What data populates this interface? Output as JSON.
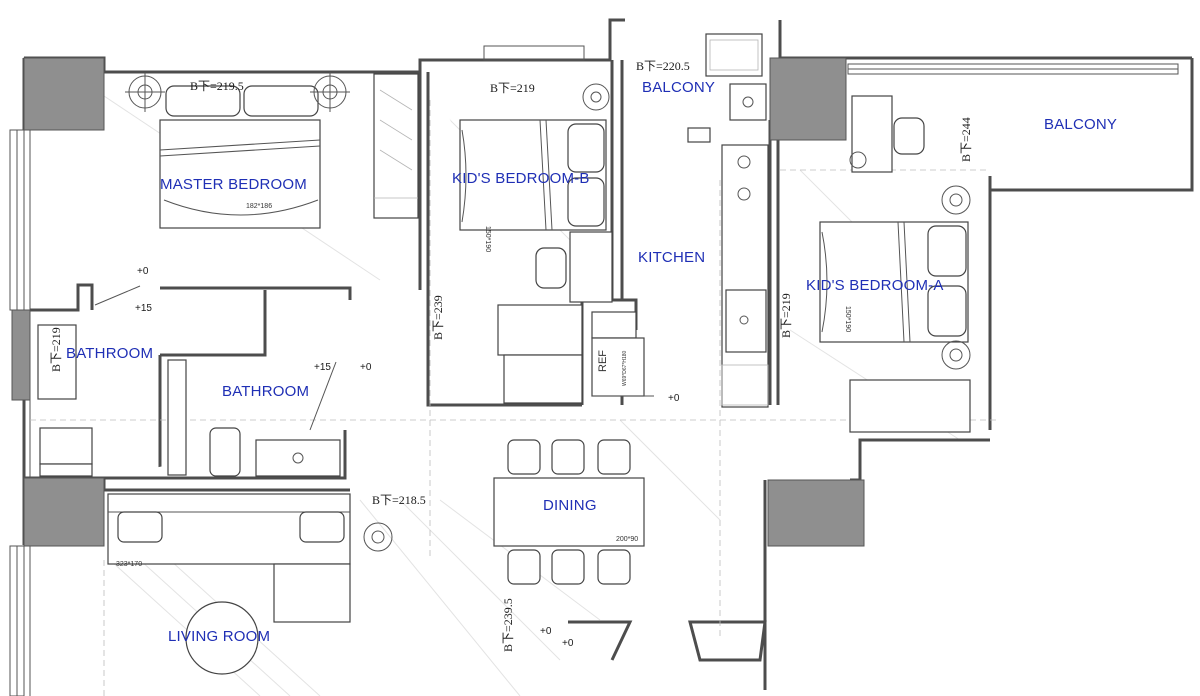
{
  "rooms": {
    "master_bedroom": "MASTER BEDROOM",
    "kids_bedroom_b": "KID'S  BEDROOM-B",
    "kids_bedroom_a": "KID'S  BEDROOM-A",
    "balcony_top": "BALCONY",
    "balcony_right": "BALCONY",
    "kitchen": "KITCHEN",
    "bathroom_left": "BATHROOM",
    "bathroom_center": "BATHROOM",
    "dining": "DINING",
    "living_room": "LIVING ROOM"
  },
  "ceiling_heights": {
    "master": "B下=219.5",
    "kids_b_top": "B下=219",
    "balcony_top": "B下=220.5",
    "kids_b_side": "B下=239",
    "kitchen_side": "B下=219",
    "balcony_right": "B下=244",
    "bath_left": "B下=219",
    "dining": "B下=218.5",
    "living_side": "B下=239.5"
  },
  "furniture_sizes": {
    "master_bed": "182*186",
    "kids_b_bed": "150*190",
    "kids_a_bed": "150*190",
    "dining_table": "200*90",
    "sofa": "323*170",
    "fridge": "REF",
    "fridge_size": "W69*D67*H180"
  },
  "levels": {
    "master_door": "+0",
    "bath_left_step": "+15",
    "bath_center_step": "+15",
    "bath_center_door": "+0",
    "kitchen_door": "+0",
    "entry_1": "+0",
    "entry_2": "+0"
  },
  "colors": {
    "label": "#1f2fb5",
    "wall": "#4d4d4d",
    "column": "#8f8f8f"
  }
}
